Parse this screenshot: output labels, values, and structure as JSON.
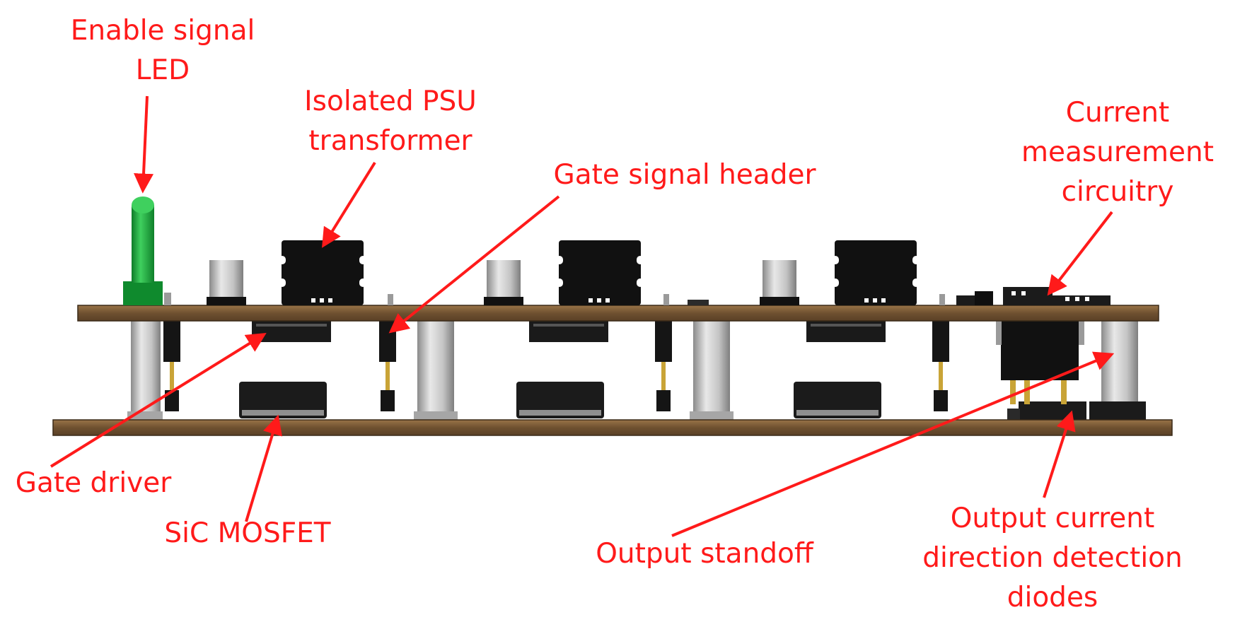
{
  "labels": {
    "enable_led": [
      "Enable signal",
      "LED"
    ],
    "psu_transformer": [
      "Isolated PSU",
      "transformer"
    ],
    "gate_header": [
      "Gate signal header"
    ],
    "current_measurement": [
      "Current",
      "measurement",
      "circuitry"
    ],
    "gate_driver": [
      "Gate driver"
    ],
    "sic_mosfet": [
      "SiC MOSFET"
    ],
    "output_standoff": [
      "Output standoff"
    ],
    "direction_diodes": [
      "Output current",
      "direction detection",
      "diodes"
    ]
  },
  "colors": {
    "annotation": "#ff1a1a",
    "pcb": "#7a5a34",
    "pcb_edge": "#3a2a18",
    "component_black": "#1c1c1c",
    "standoff_metal": "#b9b9b9",
    "led_green": "#1aa03a"
  }
}
